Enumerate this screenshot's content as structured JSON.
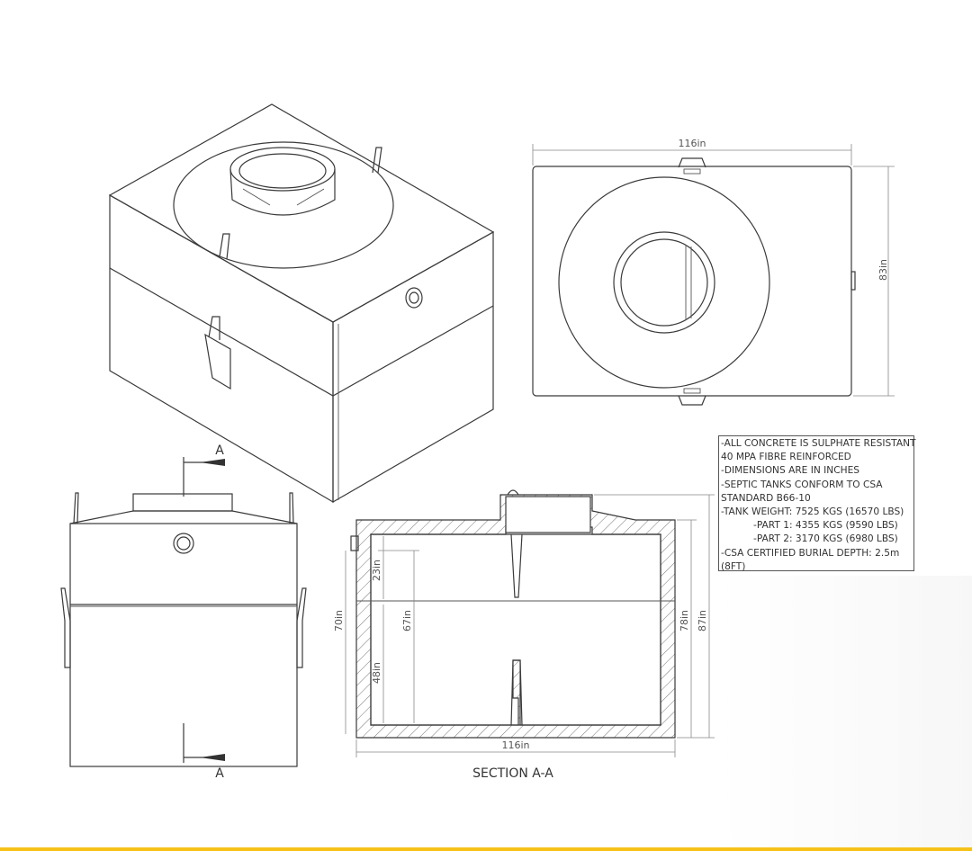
{
  "iso_view": {},
  "top_view": {
    "width_dim": "116in",
    "depth_dim": "83in"
  },
  "side_view": {
    "section_marker_top": "A",
    "section_marker_bottom": "A"
  },
  "section_view": {
    "title": "SECTION A-A",
    "width_dim": "116in",
    "dims": {
      "d23": "23in",
      "d67": "67in",
      "d48": "48in",
      "d70": "70in",
      "d78": "78in",
      "d87": "87in"
    }
  },
  "notes": [
    "-ALL CONCRETE IS SULPHATE RESISTANT",
    "40 MPA FIBRE REINFORCED",
    "-DIMENSIONS ARE IN INCHES",
    "-SEPTIC TANKS CONFORM TO CSA",
    "STANDARD B66-10",
    "-TANK WEIGHT: 7525 KGS (16570 LBS)",
    "-PART 1: 4355 KGS (9590 LBS)",
    "-PART 2: 3170 KGS (6980 LBS)",
    "-CSA CERTIFIED BURIAL DEPTH: 2.5m",
    "(8FT)"
  ],
  "colors": {
    "line": "#3a3a3a",
    "dimension": "#888888",
    "accent_bar": "#f6c21a"
  }
}
